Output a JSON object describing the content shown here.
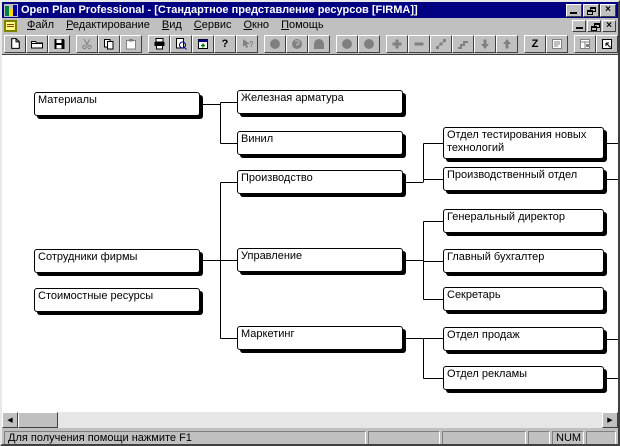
{
  "window": {
    "title": "Open Plan Professional - [Стандартное представление ресурсов [FIRMA]]"
  },
  "menu": {
    "items": [
      "Файл",
      "Редактирование",
      "Вид",
      "Сервис",
      "Окно",
      "Помощь"
    ]
  },
  "toolbar": {
    "buttons": [
      {
        "name": "new",
        "enabled": true
      },
      {
        "name": "open",
        "enabled": true
      },
      {
        "name": "save",
        "enabled": true
      },
      {
        "name": "cut",
        "enabled": false
      },
      {
        "name": "copy",
        "enabled": true
      },
      {
        "name": "paste",
        "enabled": false
      },
      {
        "name": "print",
        "enabled": true
      },
      {
        "name": "print-preview",
        "enabled": true
      },
      {
        "name": "edit-resource",
        "enabled": true
      },
      {
        "name": "help",
        "enabled": true
      },
      {
        "name": "context-help",
        "enabled": false
      },
      {
        "name": "shape-circle-1",
        "enabled": false
      },
      {
        "name": "shape-circle-marked",
        "enabled": false
      },
      {
        "name": "shape-rounded",
        "enabled": false
      },
      {
        "name": "shape-circle-2",
        "enabled": false
      },
      {
        "name": "shape-circle-3",
        "enabled": false
      },
      {
        "name": "add",
        "enabled": false
      },
      {
        "name": "remove",
        "enabled": false
      },
      {
        "name": "link",
        "enabled": false
      },
      {
        "name": "step-chart",
        "enabled": false
      },
      {
        "name": "move-down",
        "enabled": false
      },
      {
        "name": "move-up",
        "enabled": false
      },
      {
        "name": "sort-z",
        "enabled": true
      },
      {
        "name": "notes",
        "enabled": false
      },
      {
        "name": "window-split",
        "enabled": false
      },
      {
        "name": "window-fit",
        "enabled": true
      }
    ]
  },
  "diagram": {
    "nodes": [
      {
        "label": "Материалы"
      },
      {
        "label": "Сотрудники фирмы"
      },
      {
        "label": "Стоимостные ресурсы"
      },
      {
        "label": "Железная арматура"
      },
      {
        "label": "Винил"
      },
      {
        "label": "Производство"
      },
      {
        "label": "Управление"
      },
      {
        "label": "Маркетинг"
      },
      {
        "label": "Отдел тестирования новых технологий"
      },
      {
        "label": "Производственный отдел"
      },
      {
        "label": "Генеральный директор"
      },
      {
        "label": "Главный бухгалтер"
      },
      {
        "label": "Секретарь"
      },
      {
        "label": "Отдел продаж"
      },
      {
        "label": "Отдел рекламы"
      }
    ],
    "edges": [
      {
        "from": "Материалы",
        "to": [
          "Железная арматура",
          "Винил"
        ]
      },
      {
        "from": "Сотрудники фирмы",
        "to": [
          "Производство",
          "Управление",
          "Маркетинг"
        ]
      },
      {
        "from": "Производство",
        "to": [
          "Отдел тестирования новых технологий",
          "Производственный отдел"
        ]
      },
      {
        "from": "Управление",
        "to": [
          "Генеральный директор",
          "Главный бухгалтер",
          "Секретарь"
        ]
      },
      {
        "from": "Маркетинг",
        "to": [
          "Отдел продаж",
          "Отдел рекламы"
        ]
      }
    ]
  },
  "statusbar": {
    "message": "Для получения помощи нажмите F1",
    "num": "NUM"
  }
}
